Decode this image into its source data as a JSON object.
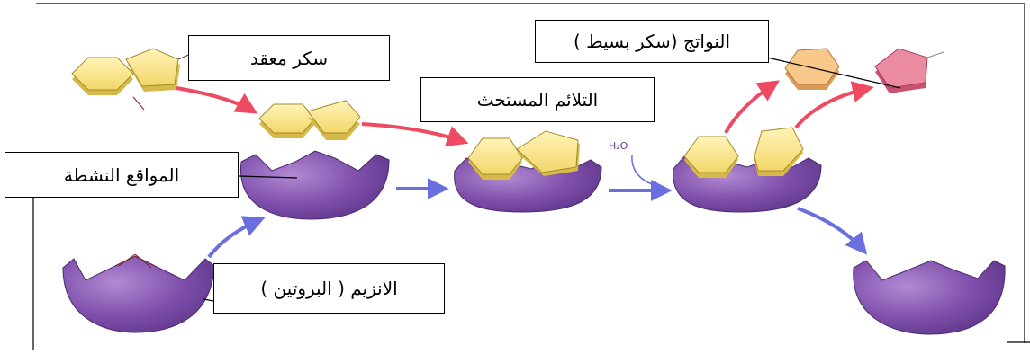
{
  "labels": {
    "complex_sugar": "سكر معقد",
    "products": "النواتج (سكر بسيط )",
    "strained_fit": "التلائم المستحث",
    "active_sites": "المواقع النشطة",
    "enzyme": "الانزيم ( البروتين )"
  },
  "water": "H₂O",
  "colors": {
    "enzyme": "#7a4aa6",
    "enzyme_light": "#a479c9",
    "sugar": "#f7e07f",
    "sugar_light": "#fdf1b0",
    "product_orange": "#f5c488",
    "product_pink": "#e6849a",
    "red_arrow": "#ee4a62",
    "blue_arrow": "#6a6fe0"
  }
}
